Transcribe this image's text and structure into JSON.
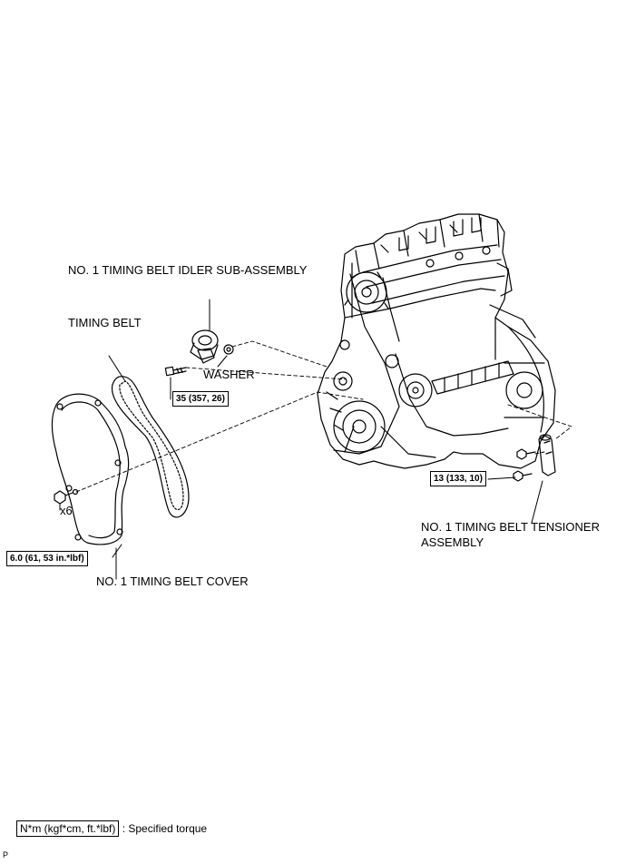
{
  "labels": {
    "idler": "NO. 1 TIMING BELT IDLER SUB-ASSEMBLY",
    "timing_belt": "TIMING BELT",
    "washer": "WASHER",
    "x6": "x6",
    "tensioner_line1": "NO. 1 TIMING BELT TENSIONER",
    "tensioner_line2": "ASSEMBLY",
    "cover": "NO. 1 TIMING BELT COVER"
  },
  "torques": {
    "idler_bolt": "35 (357, 26)",
    "tensioner_bolt": "13 (133, 10)",
    "cover_bolt": "6.0 (61, 53 in.*lbf)"
  },
  "legend": {
    "unit": "N*m (kgf*cm, ft.*lbf)",
    "meaning": ": Specified torque"
  },
  "corner_code": "P"
}
